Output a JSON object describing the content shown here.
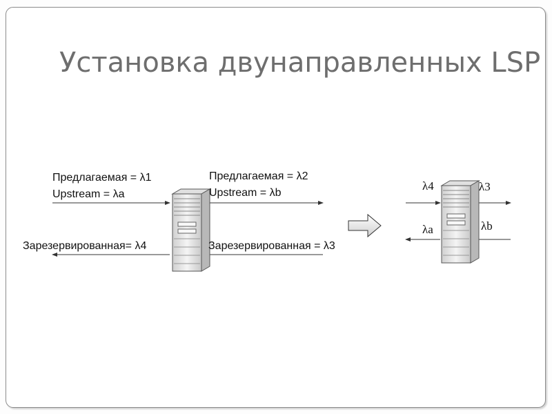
{
  "slide": {
    "title": "Установка двунаправленных LSP"
  },
  "left_node": {
    "offered_in": "Предлагаемая = λ1",
    "upstream_in": "Upstream = λa",
    "offered_out": "Предлагаемая = λ2",
    "upstream_out": "Upstream = λb",
    "reserved_left": "Зарезервированная= λ4",
    "reserved_right": "Зарезервированная = λ3"
  },
  "right_node": {
    "top_left": "λ4",
    "top_right": "λ3",
    "bottom_left": "λa",
    "bottom_right": "λb"
  },
  "colors": {
    "title": "#6e6e6e",
    "line": "#333333",
    "server_body": "#e6e6e6",
    "server_front": "#f2f2f2",
    "frame": "#8a8a8a"
  },
  "icons": {
    "server": "server-tower-icon",
    "transition": "block-arrow-right-icon"
  }
}
